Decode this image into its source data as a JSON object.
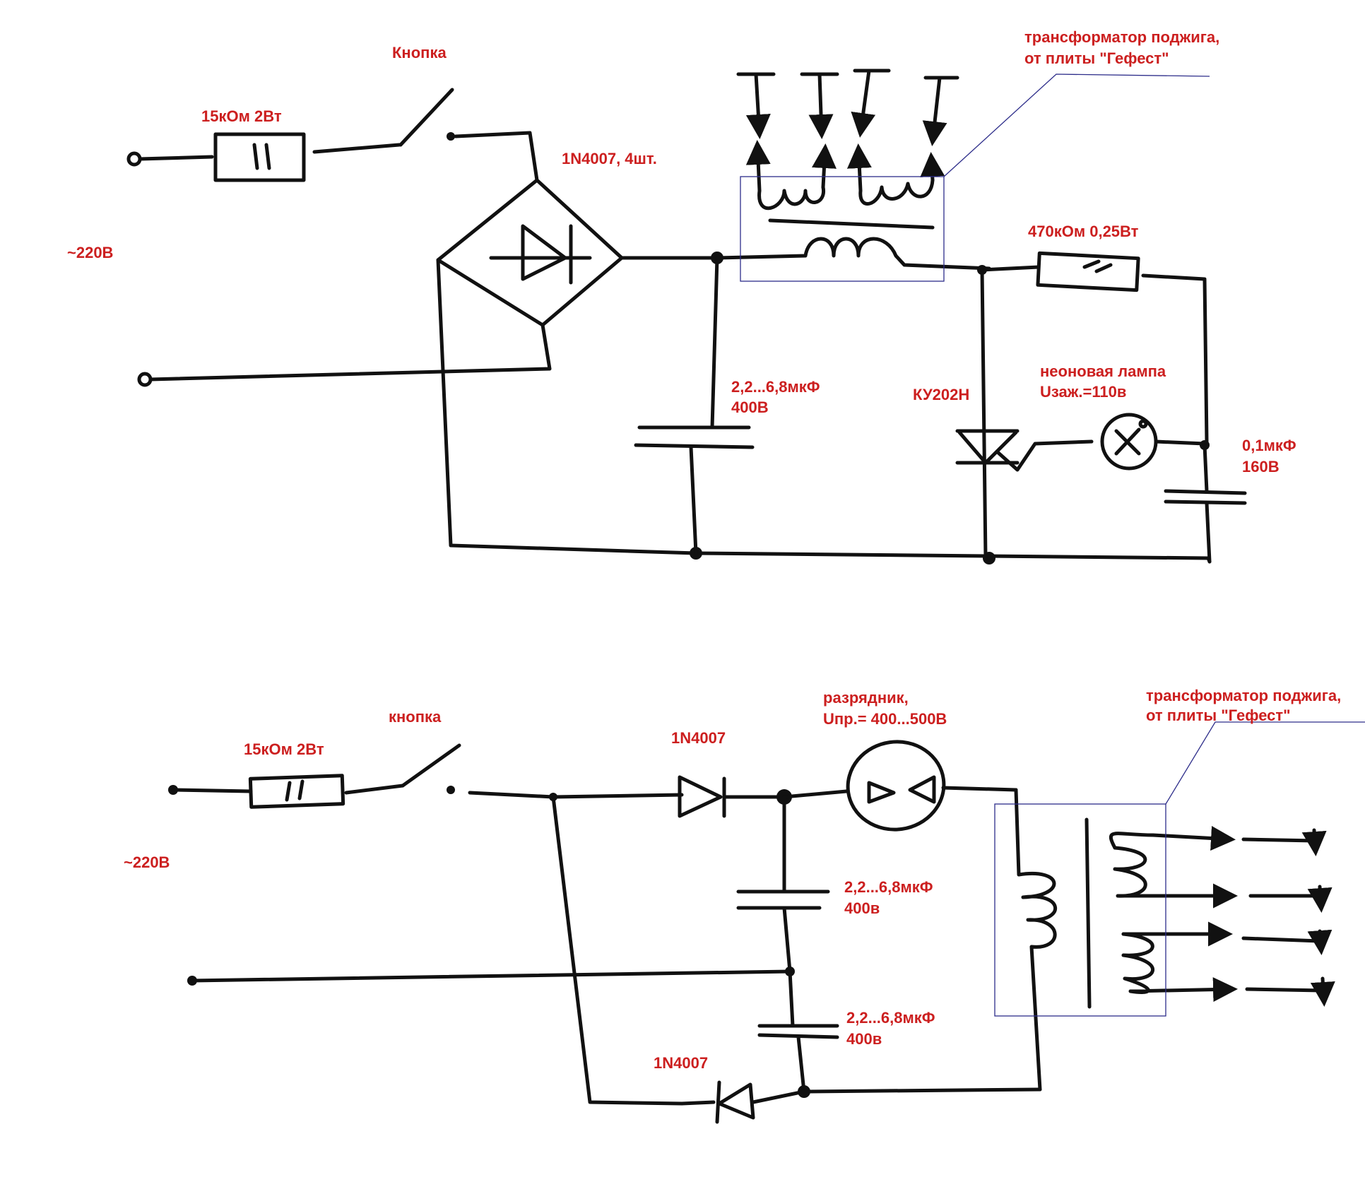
{
  "colors": {
    "label": "#cc1f1f",
    "wire": "#111111",
    "frame": "#2d2d8a",
    "background": "#ffffff"
  },
  "top": {
    "button": "Кнопка",
    "resistor": "15кОм 2Вт",
    "bridge": "1N4007, 4шт.",
    "mains": "~220В",
    "transformer_line1": "трансформатор поджига,",
    "transformer_line2": "от плиты \"Гефест\"",
    "resistor2": "470кОм 0,25Вт",
    "capacitor_line1": "2,2...6,8мкФ",
    "capacitor_line2": "400В",
    "thyristor": "КУ202Н",
    "lamp_line1": "неоновая лампа",
    "lamp_line2": "Uзаж.=110в",
    "cap2_line1": "0,1мкФ",
    "cap2_line2": "160В"
  },
  "bottom": {
    "button": "кнопка",
    "resistor": "15кОм 2Вт",
    "diode1": "1N4007",
    "gap_line1": "разрядник,",
    "gap_line2": "Uпр.= 400...500В",
    "transformer_line1": "трансформатор поджига,",
    "transformer_line2": "от плиты \"Гефест\"",
    "mains": "~220В",
    "cap1_line1": "2,2...6,8мкФ",
    "cap1_line2": "400в",
    "cap2_line1": "2,2...6,8мкФ",
    "cap2_line2": "400в",
    "diode2": "1N4007"
  }
}
